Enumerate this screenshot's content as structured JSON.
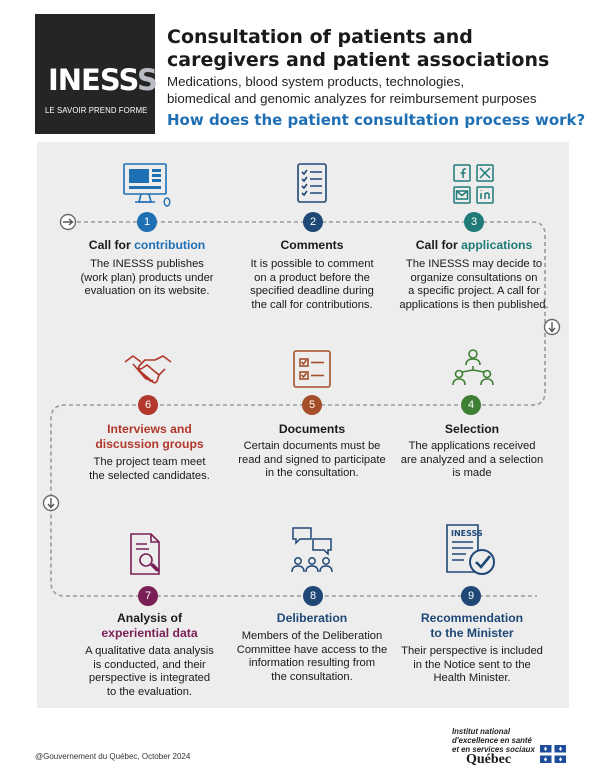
{
  "header": {
    "logo_main": "INESS",
    "logo_accent": "S",
    "logo_tagline": "LE SAVOIR PREND FORME",
    "title_line1": "Consultation of patients and",
    "title_line2": "caregivers and patient associations",
    "subtitle_line1": "Medications, blood system products, technologies,",
    "subtitle_line2": "biomedical and genomic analyzes for reimbursement purposes",
    "question": "How does the patient consultation process work?"
  },
  "colors": {
    "step1": "#1f6fb5",
    "step2": "#1f4877",
    "step3": "#1f7a78",
    "step4": "#3e7f34",
    "step5": "#a54f2a",
    "step6": "#b1382a",
    "step7": "#7a1f55",
    "step8": "#1f4877",
    "step9": "#1f4877"
  },
  "steps": [
    {
      "number": "1",
      "icon": "monitor-icon",
      "title_plain": "Call for ",
      "title_accent": "contribution",
      "desc": [
        "The INESSS publishes",
        "(work plan) products under",
        "evaluation on its website."
      ]
    },
    {
      "number": "2",
      "icon": "checklist-icon",
      "title_plain": "Comments",
      "desc": [
        "It is possible to comment",
        "on a product before the",
        "specified deadline during",
        "the call for contributions."
      ]
    },
    {
      "number": "3",
      "icon": "social-media-icons",
      "title_plain": "Call for ",
      "title_accent": "applications",
      "desc": [
        "The INESSS may decide to",
        "organize consultations on",
        "a specific project. A call for",
        "applications is then published."
      ]
    },
    {
      "number": "4",
      "icon": "people-network-icon",
      "title_plain": "Selection",
      "desc": [
        "The applications received",
        "are analyzed and a selection",
        "is made"
      ]
    },
    {
      "number": "5",
      "icon": "checkbox-list-icon",
      "title_plain": "Documents",
      "desc": [
        "Certain documents must be",
        "read and signed to participate",
        "in the consultation."
      ]
    },
    {
      "number": "6",
      "icon": "handshake-icon",
      "title_line1": "Interviews and",
      "title_line2": "discussion groups",
      "desc": [
        "The project team meet",
        "the selected candidates."
      ]
    },
    {
      "number": "7",
      "icon": "document-search-icon",
      "title_line1": "Analysis of",
      "title_line2": "experiential data",
      "desc": [
        "A qualitative data analysis",
        "is conducted, and their",
        "perspective is integrated",
        "to the evaluation."
      ]
    },
    {
      "number": "8",
      "icon": "group-discussion-icon",
      "title_plain": "Deliberation",
      "desc": [
        "Members of the Deliberation",
        "Committee have access to the",
        "information resulting from",
        "the consultation."
      ]
    },
    {
      "number": "9",
      "icon": "inesss-document-check-icon",
      "title_line1": "Recommendation",
      "title_line2": "to the Minister",
      "icon_label": "INESSS",
      "desc": [
        "Their perspective is included",
        "in the Notice sent to the",
        "Health Minister."
      ]
    }
  ],
  "footer": {
    "copyright": "@Gouvernement du Québec, October 2024",
    "institute_line1": "Institut national",
    "institute_line2": "d'excellence en santé",
    "institute_line3": "et en services sociaux",
    "quebec": "Québec"
  }
}
